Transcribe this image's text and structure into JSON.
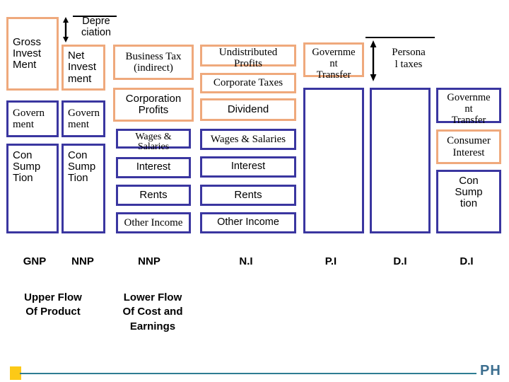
{
  "diagram": {
    "title": "National Income Accounting Flow Diagram",
    "colors": {
      "orange_border": "#EFA97C",
      "blue_border": "#3A36A0",
      "text": "#000000",
      "footer_line": "#2E7D92",
      "footer_square": "#FCC917",
      "logo": "#3C6E8F"
    },
    "annotations": {
      "depreciation": "Depre\nciation",
      "personal_taxes": "Persona\nl taxes"
    },
    "boxes": {
      "gross_investment": "Gross\nInvest\nMent",
      "net_investment": "Net\nInvest\nment",
      "business_tax": "Business Tax\n(indirect)",
      "undistributed_profits": "Undistributed\nProfits",
      "government_transfer_col5": "Governme\nnt\nTransfer",
      "government_col1": "Govern\nment",
      "government_col2": "Govern\nment",
      "corporation_profits": "Corporation\nProfits",
      "corporate_taxes": "Corporate Taxes",
      "dividend": "Dividend",
      "government_transfer_col7": "Governme\nnt\nTransfer",
      "consumption_col1": "Con\nSump\nTion",
      "consumption_col2": "Con\nSump\nTion",
      "wages_salaries_col3": "Wages &\nSalaries",
      "wages_salaries_col4": "Wages & Salaries",
      "consumer_interest": "Consumer\nInterest",
      "interest_col3": "Interest",
      "interest_col4": "Interest",
      "rents_col3": "Rents",
      "rents_col4": "Rents",
      "other_income_col3": "Other Income",
      "other_income_col4": "Other Income",
      "consumption_col7": "Con\nSump\ntion",
      "blank_pi": "",
      "blank_di": ""
    },
    "column_labels": {
      "gnp": "GNP",
      "nnp_1": "NNP",
      "nnp_2": "NNP",
      "ni": "N.I",
      "pi": "P.I",
      "di_1": "D.I",
      "di_2": "D.I"
    },
    "flow_labels": {
      "upper": "Upper Flow\nOf Product",
      "lower": "Lower Flow\nOf Cost and\nEarnings"
    },
    "footer": {
      "logo": "PH"
    }
  }
}
